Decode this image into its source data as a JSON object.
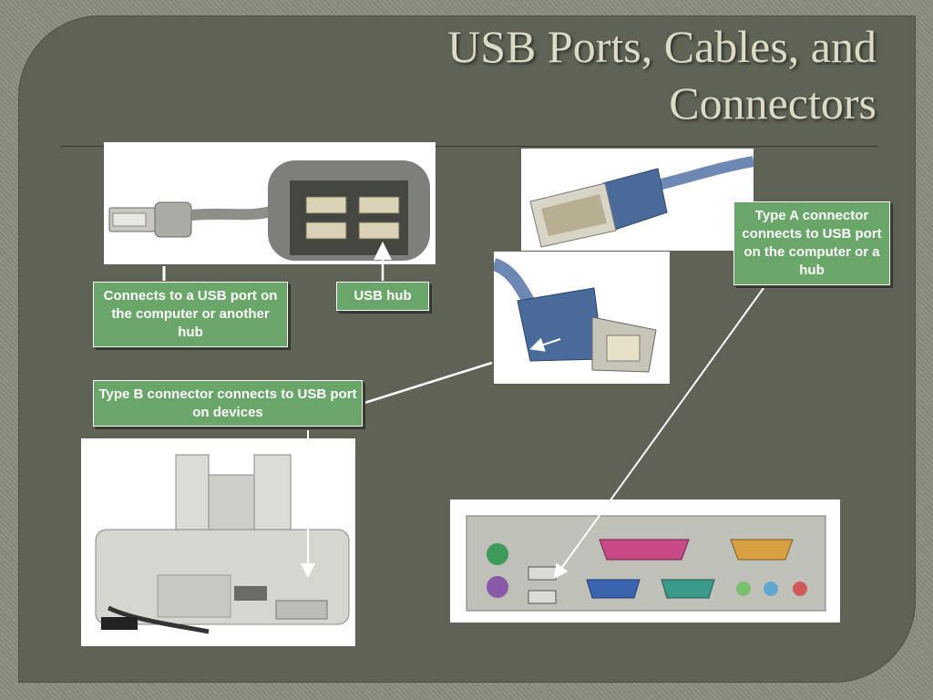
{
  "title": "USB Ports, Cables, and Connectors",
  "callouts": {
    "hub_port": "Connects to a USB port on the computer or another hub",
    "hub": "USB hub",
    "type_b": "Type B connector connects to USB port on devices",
    "type_a": "Type A connector connects to USB port on the computer or a hub"
  },
  "colors": {
    "slide_background": "#5f6355",
    "title_text": "#dcdcc6",
    "callout_fill": "#6aa56a",
    "cable_blue": "#4a6a9a"
  },
  "images": {
    "hub_photo": "usb-hub-photo",
    "type_a_photo": "usb-type-a-connector-photo",
    "type_b_photo": "usb-type-b-connector-photo",
    "printer_photo": "printer-rear-photo",
    "ports_photo": "computer-rear-ports-photo"
  }
}
